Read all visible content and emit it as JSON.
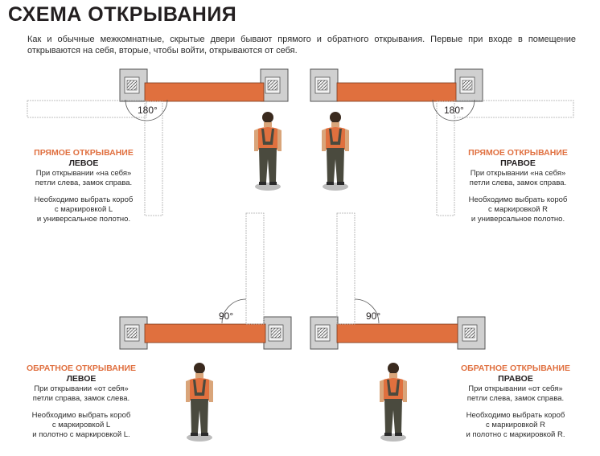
{
  "title": "СХЕМА ОТКРЫВАНИЯ",
  "intro": "Как и обычные межкомнатные, скрытые двери бывают прямого и обратного открывания. Первые при входе в помещение открываются на себя, вторые, чтобы войти, открываются от себя.",
  "colors": {
    "door": "#e0703e",
    "accent": "#e07040",
    "frame": "#c9c9c9"
  },
  "angles": {
    "straight": "180°",
    "reverse": "90°"
  },
  "blocks": [
    {
      "heading": "ПРЯМОЕ ОТКРЫВАНИЕ",
      "subheading": "ЛЕВОЕ",
      "line1": "При открывании «на себя»",
      "line2": "петли слева, замок справа.",
      "line3": "Необходимо выбрать короб",
      "line4": "с маркировкой L",
      "line5": "и универсальное полотно."
    },
    {
      "heading": "ПРЯМОЕ ОТКРЫВАНИЕ",
      "subheading": "ПРАВОЕ",
      "line1": "При открывании «на себя»",
      "line2": "петли слева, замок справа.",
      "line3": "Необходимо выбрать короб",
      "line4": "с маркировкой R",
      "line5": "и универсальное полотно."
    },
    {
      "heading": "ОБРАТНОЕ ОТКРЫВАНИЕ",
      "subheading": "ЛЕВОЕ",
      "line1": "При открывании «от себя»",
      "line2": "петли справа, замок слева.",
      "line3": "Необходимо выбрать короб",
      "line4": "с маркировкой L",
      "line5": "и полотно с маркировкой L."
    },
    {
      "heading": "ОБРАТНОЕ ОТКРЫВАНИЕ",
      "subheading": "ПРАВОЕ",
      "line1": "При открывании «от себя»",
      "line2": "петли слева, замок справа.",
      "line3": "Необходимо выбрать короб",
      "line4": "с маркировкой R",
      "line5": "и полотно с маркировкой R."
    }
  ]
}
